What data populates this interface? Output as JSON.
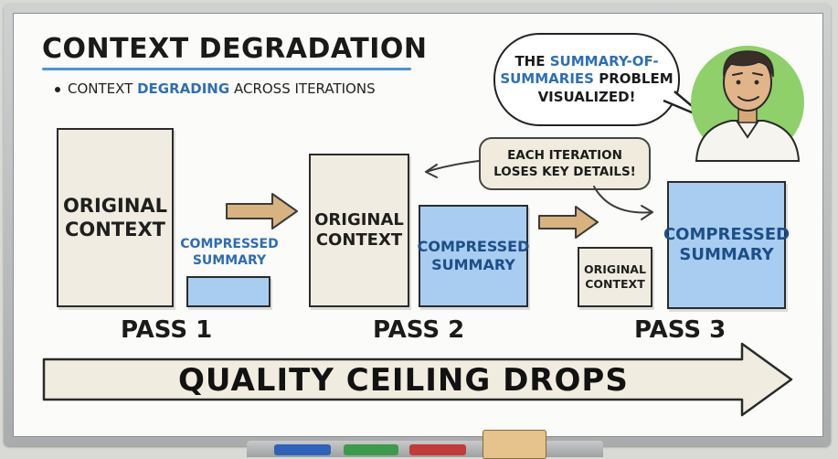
{
  "title": "CONTEXT DEGRADATION",
  "bullet": {
    "prefix": "CONTEXT",
    "highlight": "DEGRADING",
    "suffix": "ACROSS ITERATIONS"
  },
  "speech_bubble": {
    "line1": "THE",
    "line1_blue": "SUMMARY-OF-",
    "line2_blue": "SUMMARIES",
    "line2": "PROBLEM",
    "line3": "VISUALIZED!"
  },
  "note": {
    "line1": "EACH ITERATION",
    "line2": "LOSES KEY DETAILS!"
  },
  "passes": [
    {
      "label": "PASS 1",
      "original_line1": "ORIGINAL",
      "original_line2": "CONTEXT",
      "compressed_line1": "COMPRESSED",
      "compressed_line2": "SUMMARY"
    },
    {
      "label": "PASS 2",
      "original_line1": "ORIGINAL",
      "original_line2": "CONTEXT",
      "compressed_line1": "COMPRESSED",
      "compressed_line2": "SUMMARY"
    },
    {
      "label": "PASS 3",
      "original_line1": "ORIGINAL",
      "original_line2": "CONTEXT",
      "compressed_line1": "COMPRESSED",
      "compressed_line2": "SUMMARY"
    }
  ],
  "bottom_arrow_text": "QUALITY CEILING DROPS",
  "colors": {
    "compressed_fill": "#a8cdf1",
    "compressed_text": "#1d4e86",
    "original_fill": "#f1ece1",
    "arrow_fill": "#d8b27f",
    "big_arrow_fill": "#f1ece0",
    "accent_blue": "#4f93d4",
    "avatar_bg": "#8fd06a"
  }
}
